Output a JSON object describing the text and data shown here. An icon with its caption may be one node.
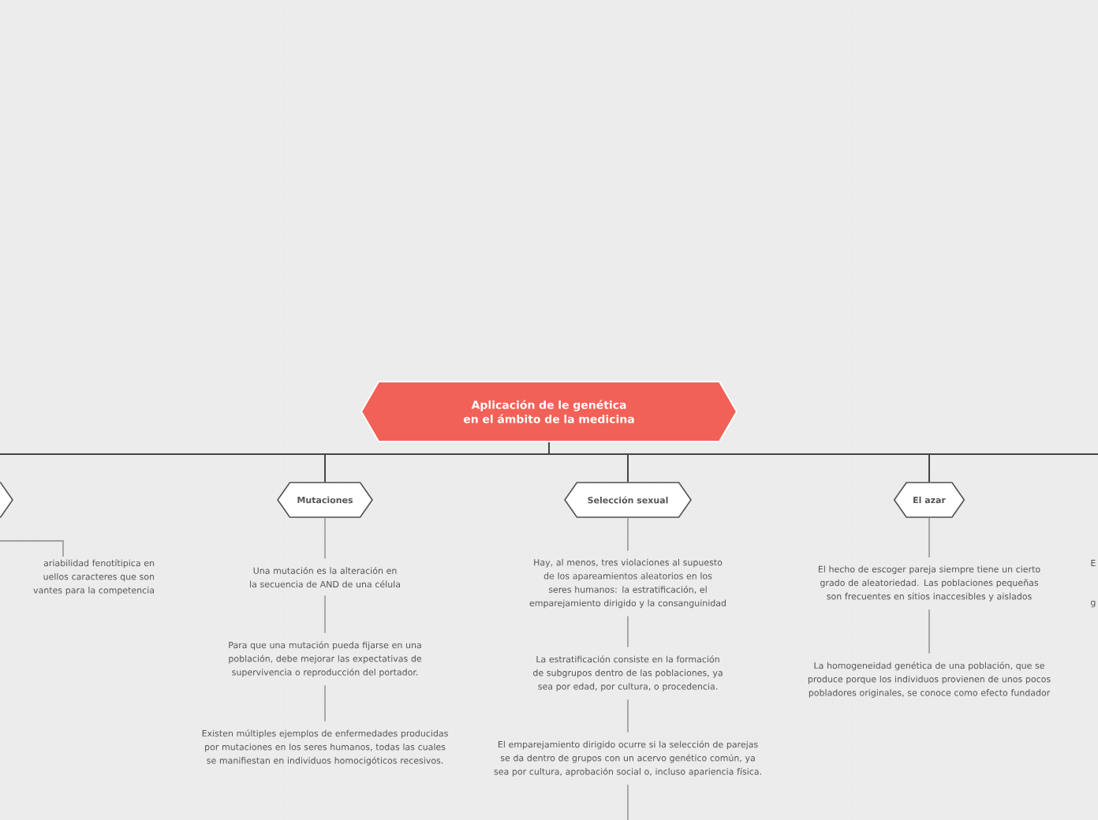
{
  "diagram": {
    "nodes": [
      {
        "text": [
          "Aplicación de le genética en el ámbito de la medicina"
        ]
      },
      {
        "text": [],
        "shape": "hexagon"
      },
      {
        "text": [
          "Mutaciones"
        ]
      },
      {
        "text": [
          "Selección sexual"
        ]
      },
      {
        "text": [
          "El azar"
        ]
      },
      {
        "text": [
          "ariabilidad fenotítipica en uellos caracteres que son vantes para la competencia"
        ]
      },
      {
        "text": [
          "Una mutación es la alteración en la secuencia de AND de una célula"
        ]
      },
      {
        "text": [
          "Para que una mutación pueda fijarse en una población, debe mejorar las expectativas de supervivencia o reproducción del portador."
        ]
      },
      {
        "text": [
          "Existen múltiples ejemplos de enfermedades producidas por mutaciones en los seres humanos, todas las cuales se manifiestan en individuos homocigóticos recesivos."
        ]
      },
      {
        "text": [
          "Hay, al menos, tres violaciones al supuesto de los apareamientos aleatorios en los seres humanos: la estratificación, el emparejamiento dirigido y la consanguinidad"
        ]
      },
      {
        "text": [
          "La estratificación consiste en la formación de subgrupos dentro de las poblaciones, ya sea por edad, por cultura, o procedencia."
        ]
      },
      {
        "text": [
          "El emparejamiento dirigido ocurre si la selección de parejas se da dentro de grupos con un acervo genético común, ya sea por cultura, aprobación social o, incluso apariencia física."
        ]
      },
      {
        "text": [
          "El hecho de escoger pareja siempre tiene un cierto grado de aleatoriedad. Las poblaciones pequeñas son frecuentes en sitios inaccesibles y aislados"
        ]
      },
      {
        "text": [
          "La homogeneidad genética de una población, que se produce porque los individuos provienen de unos pocos pobladores originales, se conoce como efecto fundador"
        ]
      }
    ],
    "edges": [
      {
        "from": 0,
        "to": 1,
        "arrow": "none"
      },
      {
        "from": 0,
        "to": 2,
        "arrow": "none"
      },
      {
        "from": 0,
        "to": 3,
        "arrow": "none"
      },
      {
        "from": 0,
        "to": 4,
        "arrow": "none"
      },
      {
        "from": 0,
        "to": null,
        "arrow": "none"
      },
      {
        "from": 1,
        "to": 5,
        "arrow": "none"
      },
      {
        "from": 2,
        "to": 6,
        "arrow": "none"
      },
      {
        "from": 6,
        "to": 7,
        "arrow": "none"
      },
      {
        "from": 7,
        "to": 8,
        "arrow": "none"
      },
      {
        "from": 3,
        "to": 9,
        "arrow": "none"
      },
      {
        "from": 9,
        "to": 10,
        "arrow": "none"
      },
      {
        "from": 10,
        "to": 11,
        "arrow": "none"
      },
      {
        "from": 11,
        "to": null,
        "arrow": "none"
      },
      {
        "from": 4,
        "to": 12,
        "arrow": "none"
      },
      {
        "from": 12,
        "to": 13,
        "arrow": "none"
      }
    ],
    "labels": [
      "E",
      "g"
    ]
  }
}
